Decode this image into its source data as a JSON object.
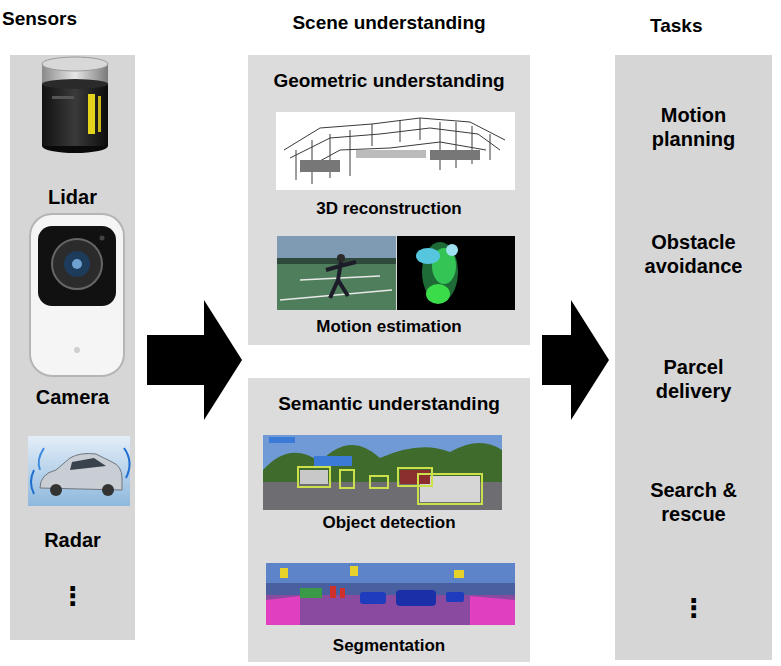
{
  "diagram": {
    "nodes": [
      {
        "text": [
          "Sensors",
          "Lidar",
          "Camera",
          "Radar",
          "⋮"
        ]
      },
      {
        "text": [
          "Scene understanding"
        ]
      },
      {
        "text": [
          "Geometric understanding",
          "3D reconstruction",
          "Motion estimation"
        ],
        "in": 1
      },
      {
        "text": [
          "Semantic understanding",
          "Object detection",
          "Segmentation"
        ],
        "in": 1
      },
      {
        "text": [
          "Tasks",
          "Motion planning",
          "Obstacle avoidance",
          "Parcel delivery",
          "Search & rescue",
          "⋮"
        ]
      }
    ],
    "edges": [
      {
        "from": 0,
        "to": 1,
        "arrow": "to"
      },
      {
        "from": 1,
        "to": 4,
        "arrow": "to"
      }
    ]
  }
}
